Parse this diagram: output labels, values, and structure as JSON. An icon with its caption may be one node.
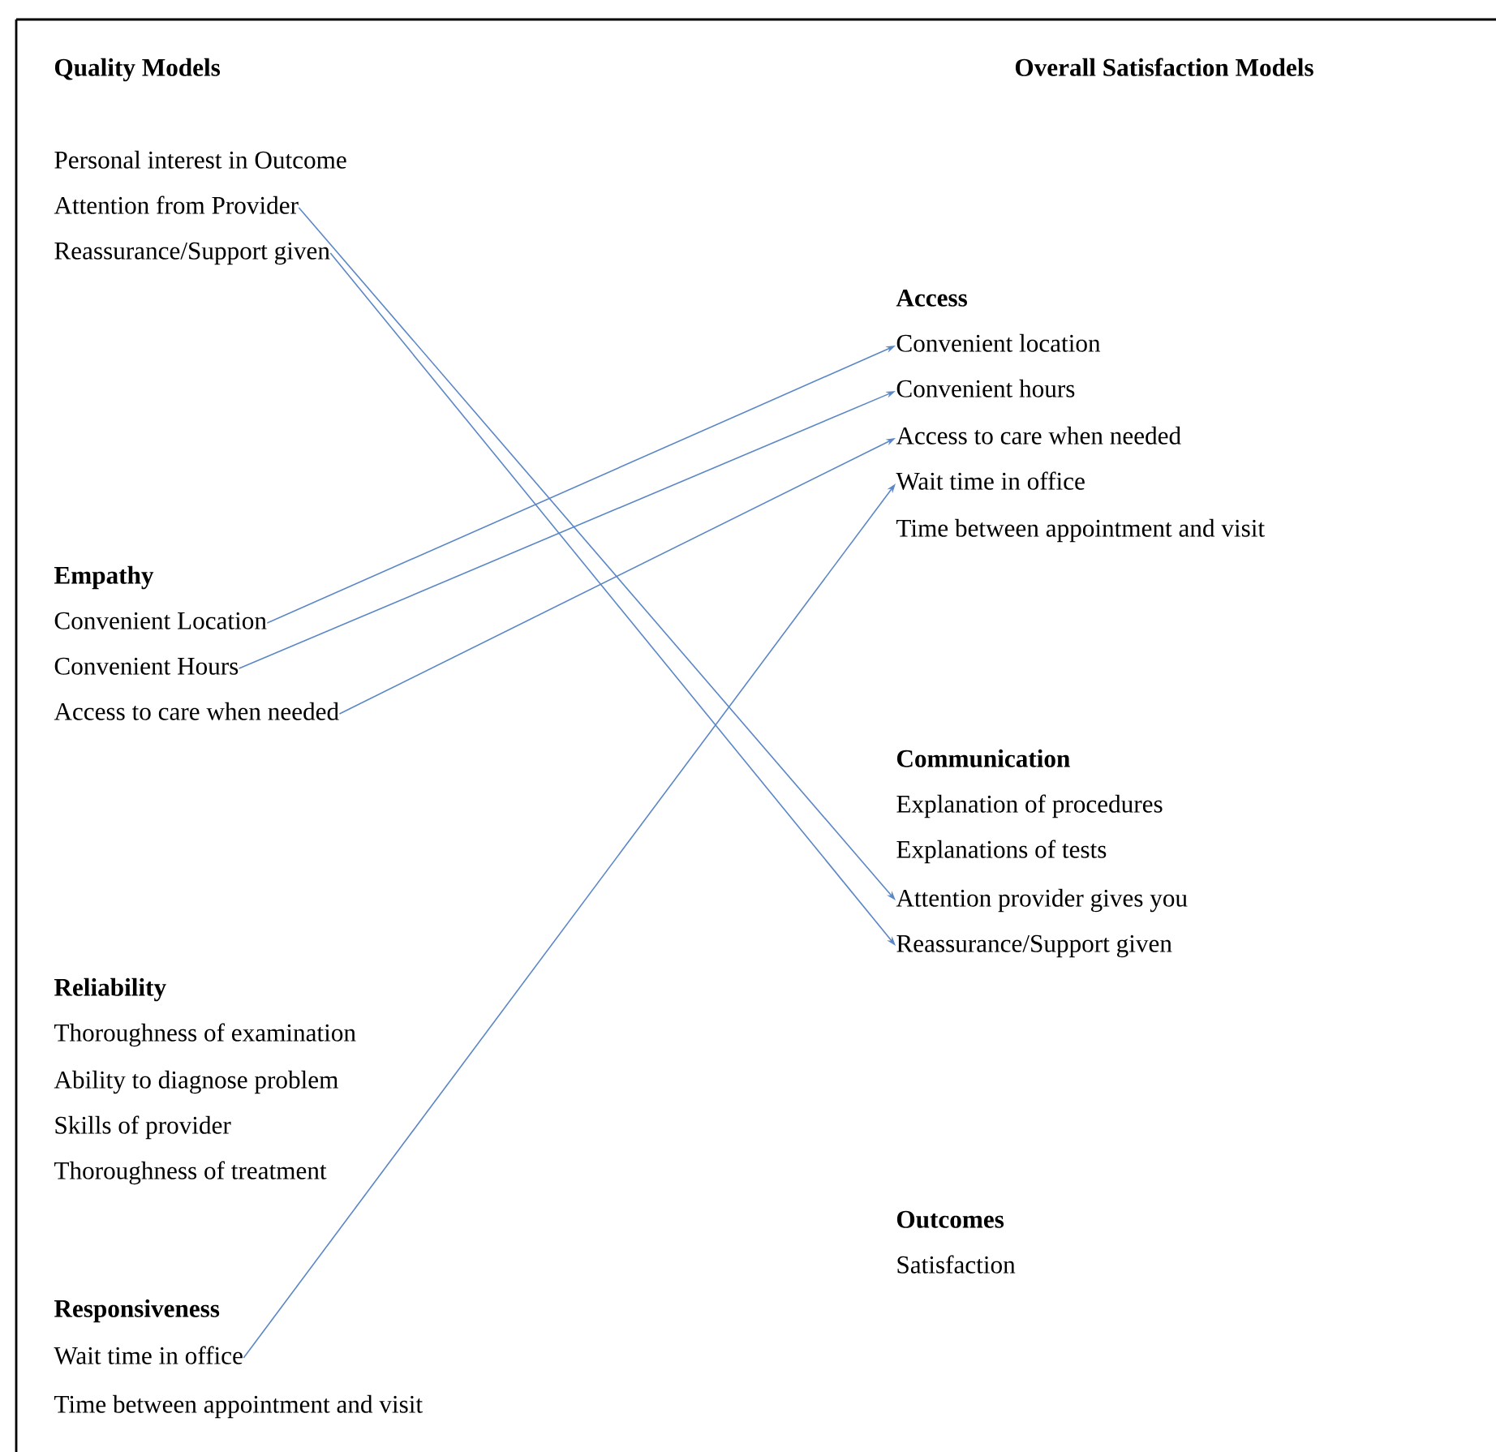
{
  "diagram": {
    "nodes": [
      {
        "text": [
          "Attention from Provider"
        ]
      },
      {
        "text": [
          "Reassurance/Support given"
        ]
      },
      {
        "text": [
          "Convenient Location"
        ]
      },
      {
        "text": [
          "Convenient Hours"
        ]
      },
      {
        "text": [
          "Access to care when needed"
        ]
      },
      {
        "text": [
          "Wait time in office"
        ]
      },
      {
        "text": [
          "Convenient location"
        ]
      },
      {
        "text": [
          "Convenient hours"
        ]
      },
      {
        "text": [
          "Access to care when needed"
        ]
      },
      {
        "text": [
          "Wait time in office"
        ]
      },
      {
        "text": [
          "Attention provider gives you"
        ]
      },
      {
        "text": [
          "Reassurance/Support given"
        ]
      }
    ],
    "edges": [
      {
        "from": 0,
        "to": 10,
        "arrow": "to"
      },
      {
        "from": 1,
        "to": 11,
        "arrow": "to"
      },
      {
        "from": 2,
        "to": 6,
        "arrow": "to"
      },
      {
        "from": 3,
        "to": 7,
        "arrow": "to"
      },
      {
        "from": 4,
        "to": 8,
        "arrow": "to"
      },
      {
        "from": 5,
        "to": 9,
        "arrow": "to"
      }
    ],
    "labels": [
      "Quality Models",
      "Overall Satisfaction Models",
      "Personal interest in Outcome",
      "Empathy",
      "Reliability",
      "Thoroughness of examination",
      "Ability to diagnose problem",
      "Skills of provider",
      "Thoroughness of treatment",
      "Responsiveness",
      "Time between appointment and visit",
      "Access",
      "Time between appointment and visit",
      "Communication",
      "Explanation of procedures",
      "Explanations of tests",
      "Outcomes",
      "Satisfaction"
    ]
  }
}
